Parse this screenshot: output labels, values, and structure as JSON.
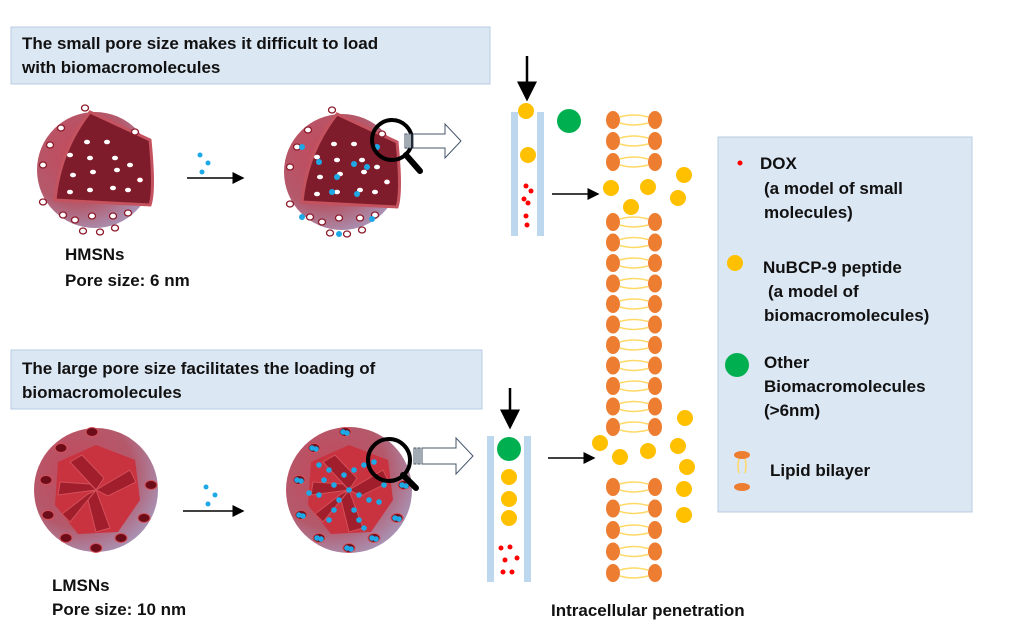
{
  "top_caption": {
    "line1": "The small pore size makes it difficult to load",
    "line2": "with biomacromolecules"
  },
  "bottom_caption": {
    "line1": "The large pore size facilitates the loading of",
    "line2": "biomacromolecules"
  },
  "hmsn": {
    "name": "HMSNs",
    "pore": "Pore size: 6 nm"
  },
  "lmsn": {
    "name": "LMSNs",
    "pore": "Pore size: 10 nm"
  },
  "bottom_label": "Intracellular penetration",
  "legend": {
    "dox": {
      "l1": "DOX",
      "l2": "(a model of small",
      "l3": "molecules)"
    },
    "peptide": {
      "l1": "NuBCP-9  peptide",
      "l2": "(a model of",
      "l3": "biomacromolecules)"
    },
    "other": {
      "l1": "Other",
      "l2": "Biomacromolecules",
      "l3": "(>6nm)"
    },
    "lipid": {
      "l1": "Lipid bilayer"
    }
  },
  "colors": {
    "caption_bg": "#dce7f4",
    "dox": "#ff0000",
    "peptide": "#ffc000",
    "other": "#00b050",
    "lipid_head": "#ed7d31",
    "lipid_tail": "#ffd966",
    "drug_blue": "#1fa8e6",
    "channel": "#bdd7ee",
    "particle": "#8b1a2a"
  }
}
